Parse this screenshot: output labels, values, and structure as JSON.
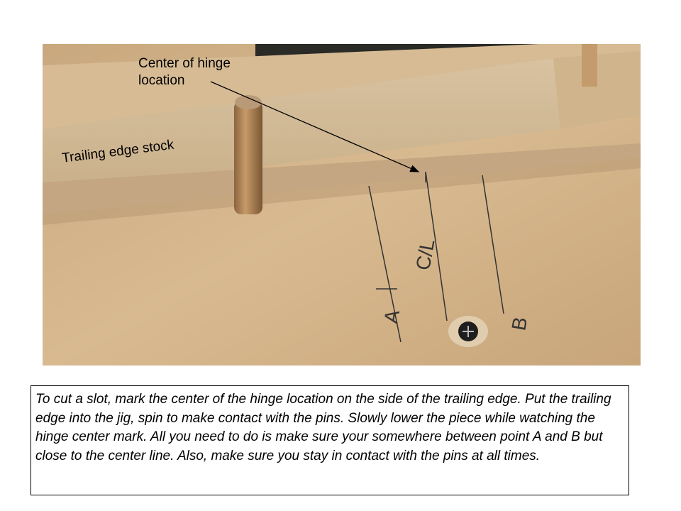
{
  "photo": {
    "labels": {
      "center_of_hinge_line1": "Center of hinge",
      "center_of_hinge_line2": "location",
      "trailing_edge_stock": "Trailing edge stock"
    },
    "marks": {
      "a": "A",
      "b": "B",
      "cl": "C/L"
    }
  },
  "caption": {
    "text": "To cut a slot, mark the center of the hinge location on the side of the trailing edge.  Put the trailing edge into the jig, spin to make contact with the pins. Slowly lower the piece while watching the hinge center mark. All you need to do is make sure your somewhere between point A and B but close to the center line. Also, make sure you stay in contact with the pins at all times."
  }
}
